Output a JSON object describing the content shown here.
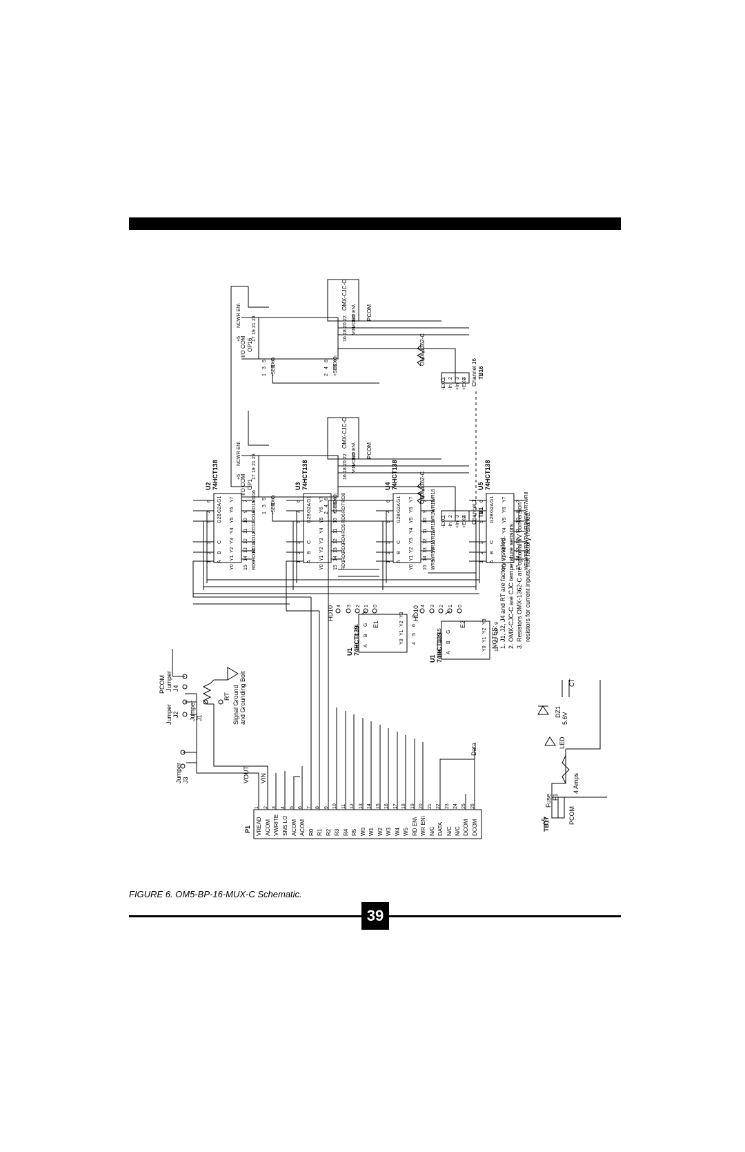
{
  "figure": {
    "caption": "FIGURE 6. OM5-BP-16-MUX-C Schematic.",
    "page_number": "39"
  },
  "p1": {
    "ref": "P1",
    "pins": [
      {
        "n": "1",
        "s": "VREAD"
      },
      {
        "n": "2",
        "s": "ACOM"
      },
      {
        "n": "3",
        "s": "VWRITE"
      },
      {
        "n": "4",
        "s": "SNS LO"
      },
      {
        "n": "5",
        "s": "ACOM"
      },
      {
        "n": "6",
        "s": "ACOM"
      },
      {
        "n": "7",
        "s": "R0"
      },
      {
        "n": "8",
        "s": "R1"
      },
      {
        "n": "9",
        "s": "R2"
      },
      {
        "n": "10",
        "s": "R3"
      },
      {
        "n": "11",
        "s": "R4"
      },
      {
        "n": "12",
        "s": "R5"
      },
      {
        "n": "13",
        "s": "W0"
      },
      {
        "n": "14",
        "s": "W1"
      },
      {
        "n": "15",
        "s": "W2"
      },
      {
        "n": "16",
        "s": "W3"
      },
      {
        "n": "17",
        "s": "W4"
      },
      {
        "n": "18",
        "s": "W5"
      },
      {
        "n": "19",
        "s": "RD EN\\"
      },
      {
        "n": "20",
        "s": "WR EN\\"
      },
      {
        "n": "21",
        "s": "N/C"
      },
      {
        "n": "22",
        "s": "DATA"
      },
      {
        "n": "23",
        "s": "N/C"
      },
      {
        "n": "24",
        "s": "N/C"
      },
      {
        "n": "25",
        "s": "DCOM"
      },
      {
        "n": "26",
        "s": "DCOM"
      }
    ]
  },
  "top_area": {
    "jumper": "Jumper",
    "j2": "J2",
    "j3": "J3",
    "j4": "J4",
    "j1": "J1",
    "pcom": "PCOM",
    "rt": "RT",
    "signal_ground": "Signal Ground",
    "grounding_bolt": "and Grounding Bolt",
    "vout": "VOUT",
    "vin": "VIN"
  },
  "u1": {
    "ref": "U1",
    "part": "74HCT139",
    "hd": "HD10",
    "e": "E1",
    "in_pins": [
      [
        "1",
        "G"
      ],
      [
        "3",
        "B"
      ],
      [
        "2",
        "A"
      ]
    ],
    "out_pins": [
      [
        "7",
        "Y3"
      ],
      [
        "6",
        "Y2"
      ],
      [
        "5",
        "Y1"
      ],
      [
        "4",
        "Y0"
      ]
    ]
  },
  "u1b": {
    "ref": "U1",
    "part": "74HCT139",
    "hd": "HD10",
    "e": "E2",
    "in_pins": [
      [
        "15",
        "G"
      ],
      [
        "13",
        "B"
      ],
      [
        "14",
        "A"
      ]
    ],
    "out_pins": [
      [
        "9",
        "Y3"
      ],
      [
        "10",
        "Y2"
      ],
      [
        "11",
        "Y1"
      ],
      [
        "12",
        "Y0"
      ]
    ]
  },
  "jumper_numbers": [
    "4",
    "3",
    "2",
    "1",
    "0"
  ],
  "decoders": [
    {
      "ref": "U2",
      "part": "74HCT138",
      "outs": [
        "RD16",
        "RD15",
        "RD14",
        "RD13",
        "RD12",
        "RD11",
        "RD10",
        "RD9"
      ]
    },
    {
      "ref": "U3",
      "part": "74HCT138",
      "outs": [
        "RD8",
        "RD7",
        "RD6",
        "RD5",
        "RD4",
        "RD3",
        "RD2",
        "RD1"
      ]
    },
    {
      "ref": "U4",
      "part": "74HCT138",
      "outs": [
        "WR16",
        "WR15",
        "WR14",
        "WR13",
        "WR12",
        "WR11",
        "WR10",
        "WR9"
      ]
    },
    {
      "ref": "U5",
      "part": "74HCT138",
      "outs": [
        "WR8",
        "WR7",
        "WR6",
        "WR5",
        "WR4",
        "WR3",
        "WR2",
        "WR1"
      ]
    }
  ],
  "dec_in": [
    [
      "6",
      "G1"
    ],
    [
      "4",
      "G2A"
    ],
    [
      "5",
      "G2B"
    ],
    [
      "3",
      "C"
    ],
    [
      "2",
      "B"
    ],
    [
      "1",
      "A"
    ]
  ],
  "dec_out_pins": [
    "7",
    "9",
    "10",
    "11",
    "12",
    "13",
    "14",
    "15"
  ],
  "dec_out_names": [
    "Y7",
    "Y6",
    "Y5",
    "Y4",
    "Y3",
    "Y2",
    "Y1",
    "Y0"
  ],
  "modules": [
    {
      "op": "OP1",
      "tb": "TB1",
      "channel": "Channel 1"
    },
    {
      "op": "OP16",
      "tb": "TB16",
      "channel": "Channel 16"
    }
  ],
  "module_pins": {
    "left": [
      [
        "23",
        "WR EN\\"
      ],
      [
        "21",
        "NC"
      ],
      [
        "19",
        ""
      ],
      [
        "17",
        "+5"
      ]
    ],
    "right": [
      [
        "22",
        "RD EN\\"
      ],
      [
        "20",
        "VOUT"
      ],
      [
        "18",
        "VIN"
      ],
      [
        "16",
        ""
      ]
    ],
    "io_com": "I/O COM",
    "pcom": "PCOM",
    "sig_left": [
      [
        "5",
        "-In"
      ],
      [
        "3",
        "-EXC"
      ],
      [
        "1",
        "-SEN"
      ]
    ],
    "sig_right": [
      [
        "6",
        "+In"
      ],
      [
        "4",
        "+EXC"
      ],
      [
        "2",
        "+SEN"
      ]
    ],
    "cjc": "OMX-CJC-C",
    "omx": "OMX-1362-C",
    "tb_pins": [
      "1",
      "2",
      "3",
      "4"
    ],
    "tb_labels": [
      "-EXC",
      "-In",
      "+In",
      "+EXC"
    ]
  },
  "notes": {
    "title": "NOTES:",
    "items": [
      "1. J1, J2, J4 and RT are factory installed.",
      "2. OMX-CJC-C are CJC temperature sensors.",
      "3. Resistors OMX-1362-C are optional I/V conversion",
      "resistors for current inputs, not factory installed."
    ]
  },
  "power": {
    "fuse": "Fuse",
    "f1": "F1",
    "amps": "4 Amps",
    "plus5": "+5",
    "tb17": "TB17",
    "pcom": "PCOM",
    "dz1": "DZ1",
    "volt": "5.6V",
    "led": "LED",
    "ct": "CT",
    "data": "Data"
  }
}
